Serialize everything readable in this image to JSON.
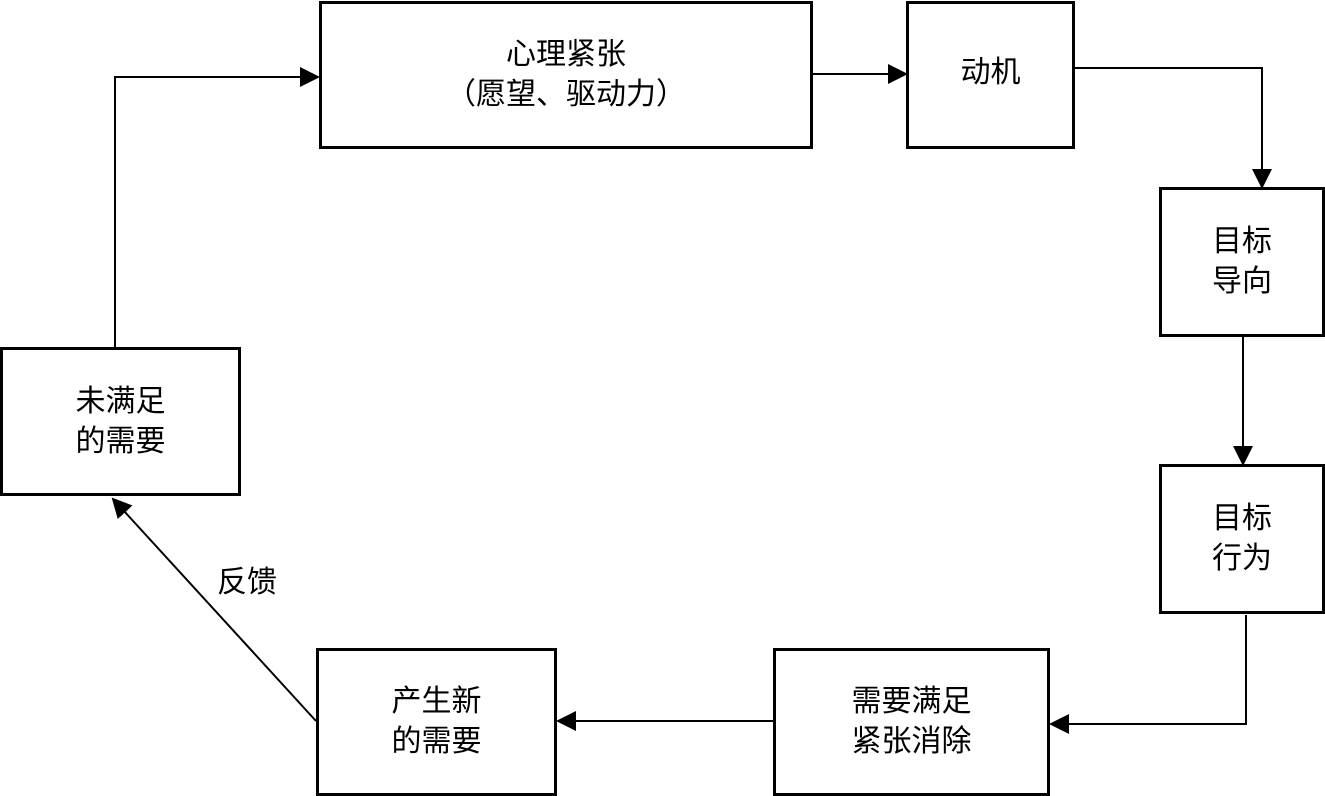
{
  "nodes": {
    "psych_tension": {
      "lines": [
        "心理紧张",
        "（愿望、驱动力）"
      ]
    },
    "motive": {
      "lines": [
        "动机"
      ]
    },
    "goal_orientation": {
      "lines": [
        "目标",
        "导向"
      ]
    },
    "goal_behavior": {
      "lines": [
        "目标",
        "行为"
      ]
    },
    "need_satisfied": {
      "lines": [
        "需要满足",
        "紧张消除"
      ]
    },
    "new_need": {
      "lines": [
        "产生新",
        "的需要"
      ]
    },
    "unmet_need": {
      "lines": [
        "未满足",
        "的需要"
      ]
    }
  },
  "edges": {
    "feedback_label": "反馈"
  }
}
